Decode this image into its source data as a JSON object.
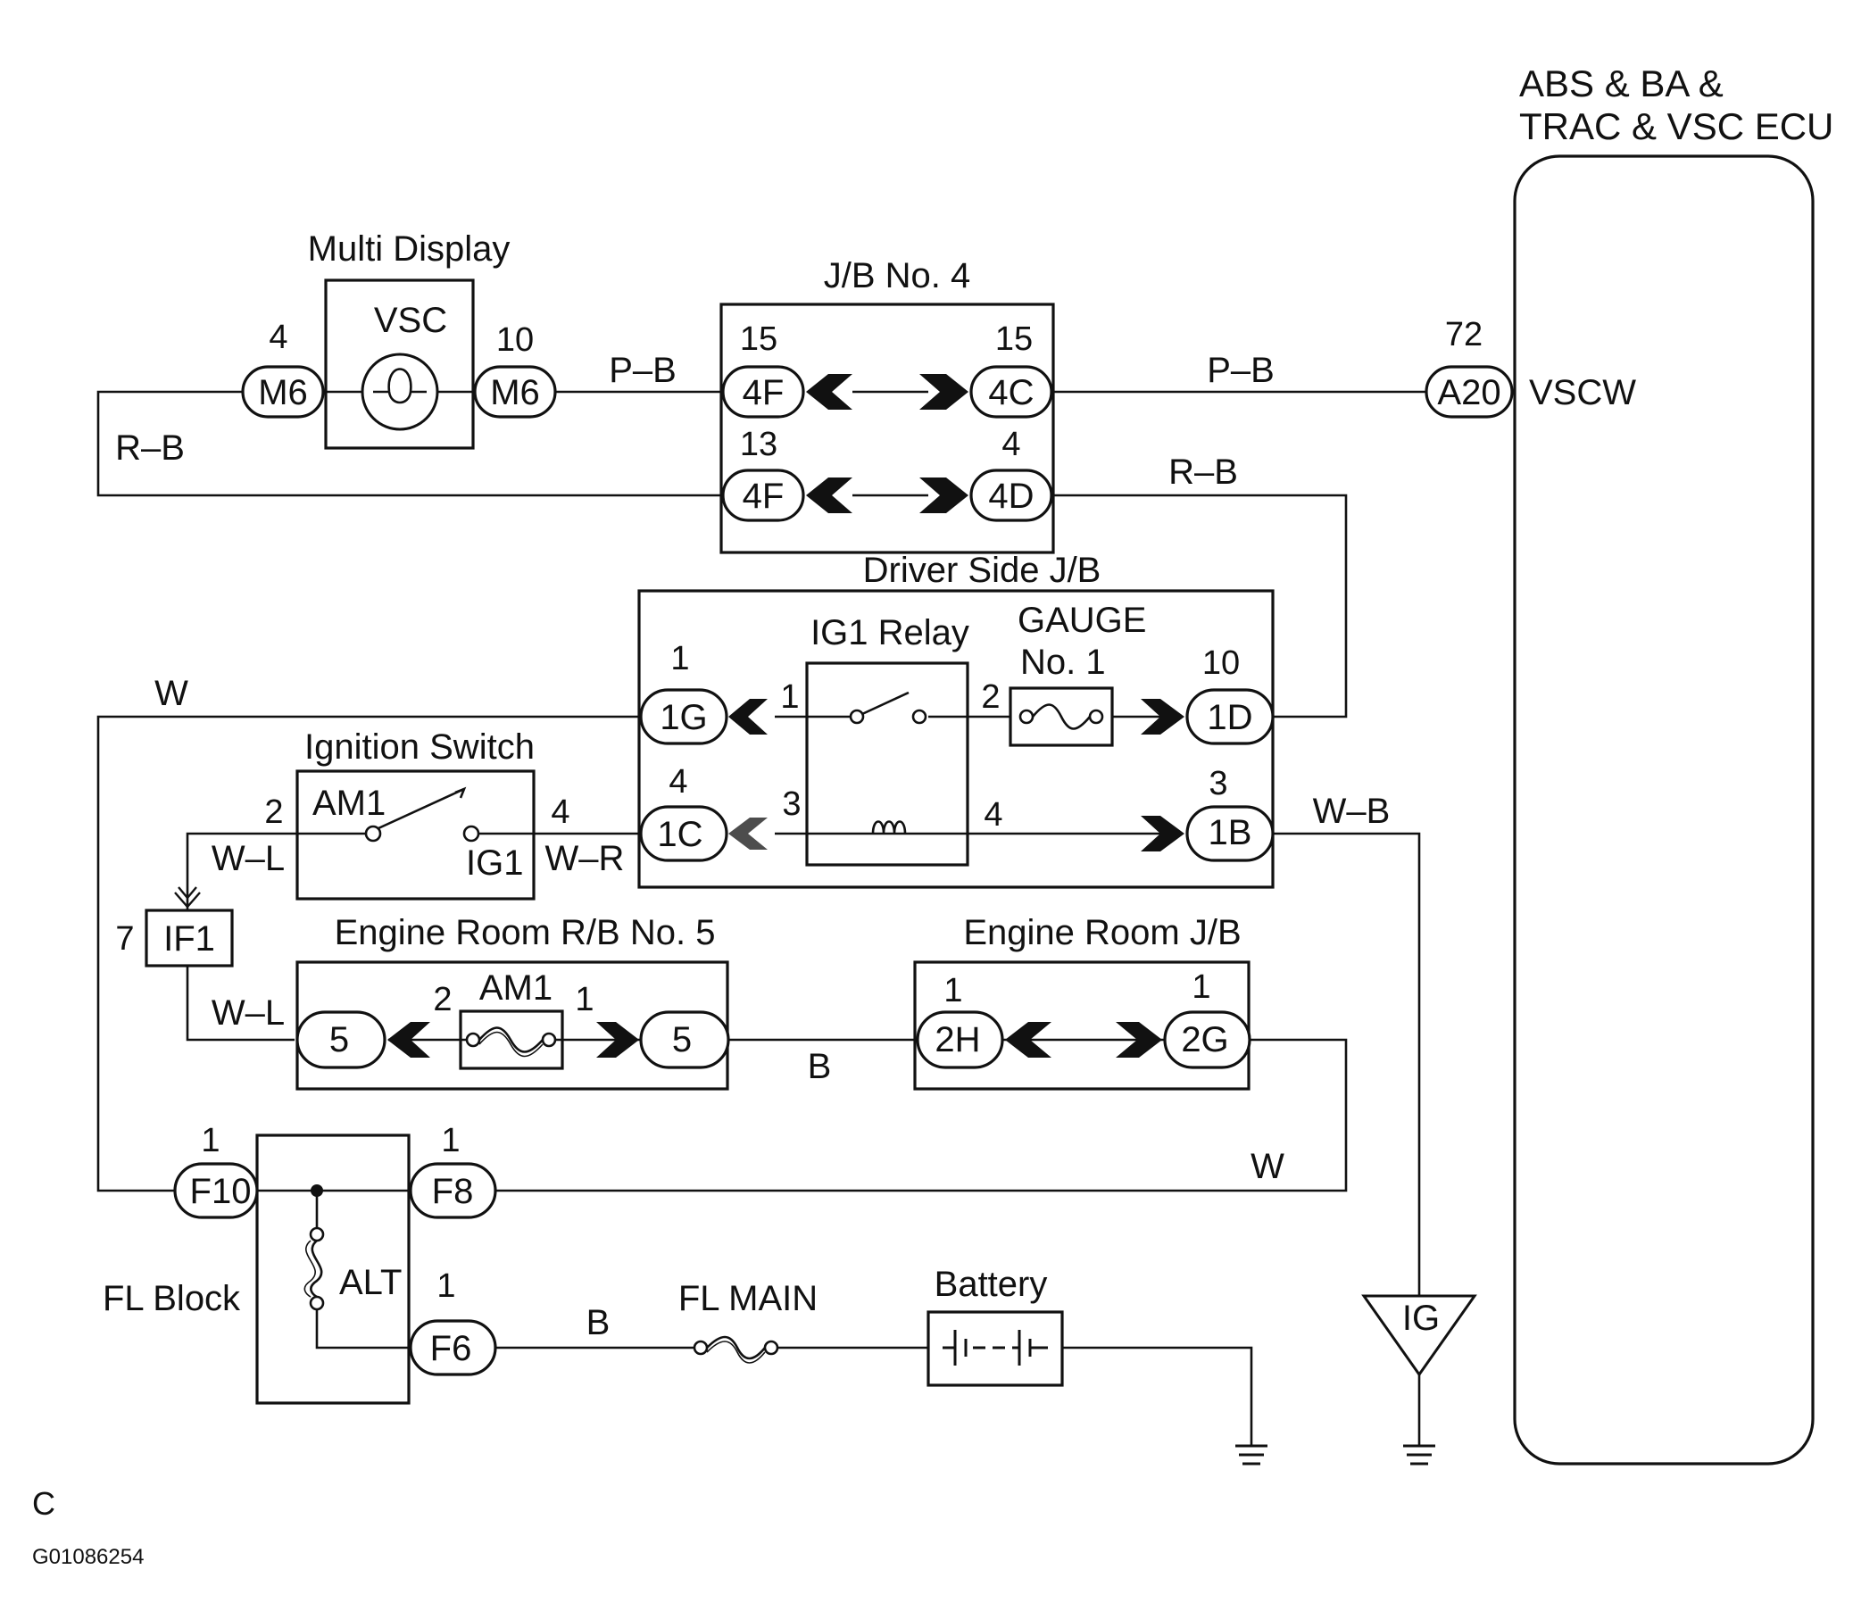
{
  "components": {
    "ecu_title_line1": "ABS & BA &",
    "ecu_title_line2": "TRAC & VSC ECU",
    "multi_display": "Multi Display",
    "vsc_lamp": "VSC",
    "jb4": "J/B No. 4",
    "driver_jb": "Driver Side J/B",
    "ig1_relay": "IG1 Relay",
    "gauge_line1": "GAUGE",
    "gauge_line2": "No. 1",
    "ignition_switch": "Ignition Switch",
    "am1_sw": "AM1",
    "ig1_sw": "IG1",
    "engine_rb5": "Engine Room R/B No. 5",
    "am1_fuse": "AM1",
    "engine_jb": "Engine Room J/B",
    "fl_block": "FL Block",
    "alt": "ALT",
    "fl_main": "FL MAIN",
    "battery": "Battery",
    "ig_ground": "IG",
    "vscw": "VSCW"
  },
  "connectors": {
    "m6_left": "M6",
    "m6_right": "M6",
    "jb4_4f_top": "4F",
    "jb4_4c": "4C",
    "jb4_4f_bot": "4F",
    "jb4_4d": "4D",
    "a20": "A20",
    "c1g": "1G",
    "c1d": "1D",
    "c1c": "1C",
    "c1b": "1B",
    "if1": "IF1",
    "rb5_left": "5",
    "rb5_right": "5",
    "c2h": "2H",
    "c2g": "2G",
    "f10": "F10",
    "f8": "F8",
    "f6": "F6"
  },
  "pins": {
    "m6_left": "4",
    "m6_right": "10",
    "f4_top": "15",
    "c4c": "15",
    "f4_bot": "13",
    "d4d": "4",
    "a20": "72",
    "g1": "1",
    "relay_1": "1",
    "relay_2": "2",
    "d1": "10",
    "c1": "4",
    "relay_3": "3",
    "relay_4": "4",
    "b1": "3",
    "sw_2": "2",
    "sw_4": "4",
    "if1": "7",
    "am1_2": "2",
    "am1_1": "1",
    "h2": "1",
    "g2": "1",
    "f10": "1",
    "f8": "1",
    "f6": "1"
  },
  "wires": {
    "pb_left": "P–B",
    "pb_right": "P–B",
    "rb_left": "R–B",
    "rb_right": "R–B",
    "w_top": "W",
    "wl_sw": "W–L",
    "wr": "W–R",
    "wb": "W–B",
    "wl_fuse": "W–L",
    "b_mid": "B",
    "w_bottom": "W",
    "b_bottom": "B"
  },
  "corner_letter": "C",
  "figure_id": "G01086254"
}
